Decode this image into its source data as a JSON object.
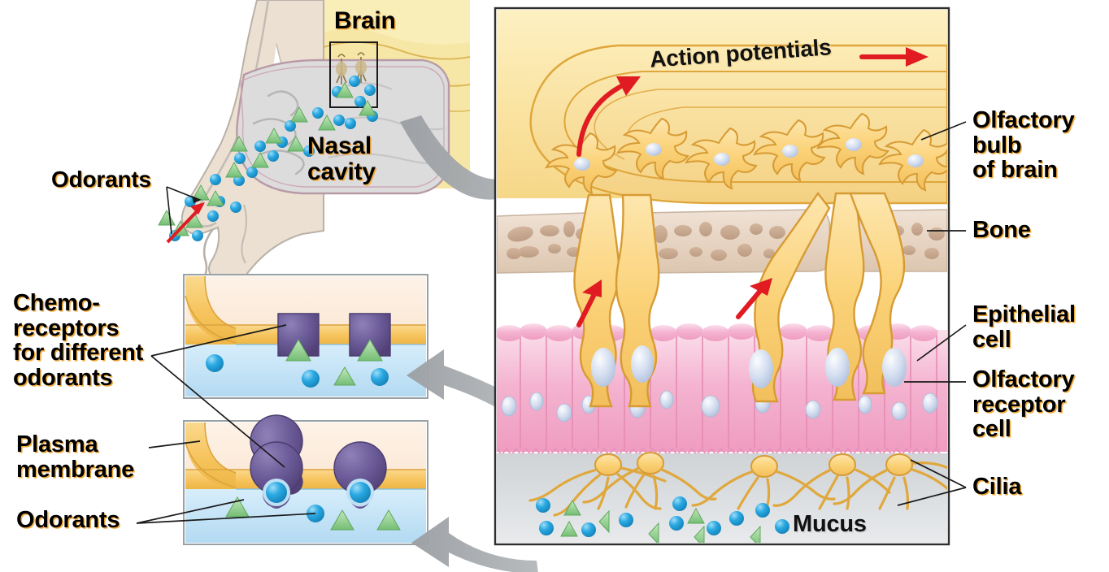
{
  "figure": {
    "title": "Olfaction: odorant detection by olfactory receptor cells",
    "type": "biological-diagram"
  },
  "labels": {
    "brain": "Brain",
    "nasal_cavity": "Nasal\ncavity",
    "odorants_head": "Odorants",
    "chemoreceptors": "Chemo-\nreceptors\nfor different\nodorants",
    "plasma_membrane": "Plasma\nmembrane",
    "odorants_inset": "Odorants",
    "action_potentials": "Action potentials",
    "olfactory_bulb": "Olfactory\nbulb\nof brain",
    "bone": "Bone",
    "epithelial_cell": "Epithelial\ncell",
    "olfactory_receptor_cell": "Olfactory\nreceptor\ncell",
    "cilia": "Cilia",
    "mucus": "Mucus"
  },
  "colors": {
    "brain_yellow": "#f7e39b",
    "bulb_fill": "#fbe8a8",
    "bulb_edge": "#e0a83c",
    "neuron_yellow": "#fbd77a",
    "neuron_outline": "#d9972f",
    "nucleus_blue": "#c9d4ea",
    "bone_fill": "#e8d7c6",
    "bone_cavity": "#c9a88d",
    "epithelium_pink": "#f2aac6",
    "epithelium_light": "#fbd9e7",
    "mucus_gray": "#d3d6d8",
    "odorant_sphere": "#29a8e0",
    "odorant_triangle": "#7fc97f",
    "receptor_purple": "#6f5f9e",
    "membrane_orange": "#f7c560",
    "cytoplasm_blue": "#bfe0f4",
    "extracell_peach": "#fbe3cd",
    "arrow_gray": "#9fa3a6",
    "arrow_red": "#e01b22",
    "panel_border": "#3a3a3a",
    "tissue_beige": "#e9ddd0",
    "nasal_gray": "#dcdcdc",
    "nasal_outline": "#b79aa8"
  },
  "panels": {
    "nose_overview": {
      "name": "nose-cutaway",
      "inset_box_label": "olfactory-epithelium-detail"
    },
    "receptor_inset_top": {
      "name": "chemoreceptor-inset-unbound",
      "receptor_shape": "square",
      "receptor_count": 2,
      "odorant_shape_bound": "triangle"
    },
    "receptor_inset_bottom": {
      "name": "chemoreceptor-inset-bound",
      "receptor_shape": "round",
      "receptor_count": 2,
      "odorant_shape_bound": "sphere"
    },
    "epithelium_detail": {
      "name": "olfactory-epithelium-panel",
      "layers": [
        "Olfactory bulb of brain",
        "Bone",
        "Epithelial cell",
        "Mucus"
      ],
      "receptor_cell_count": 5,
      "mitral_neuron_count": 6
    }
  },
  "arrows": {
    "action_potential_curved": "red-curved-arrow",
    "action_potential_straight": "red-straight-arrow",
    "axon_arrows": 2,
    "inhalation_arrow": "red-arrow-into-nose",
    "zoom_arrow_main": "gray-curved-arrow-to-epithelium",
    "zoom_arrow_inset_top": "gray-curved-arrow-to-top-inset",
    "zoom_arrow_inset_bottom": "gray-curved-arrow-to-bottom-inset"
  }
}
